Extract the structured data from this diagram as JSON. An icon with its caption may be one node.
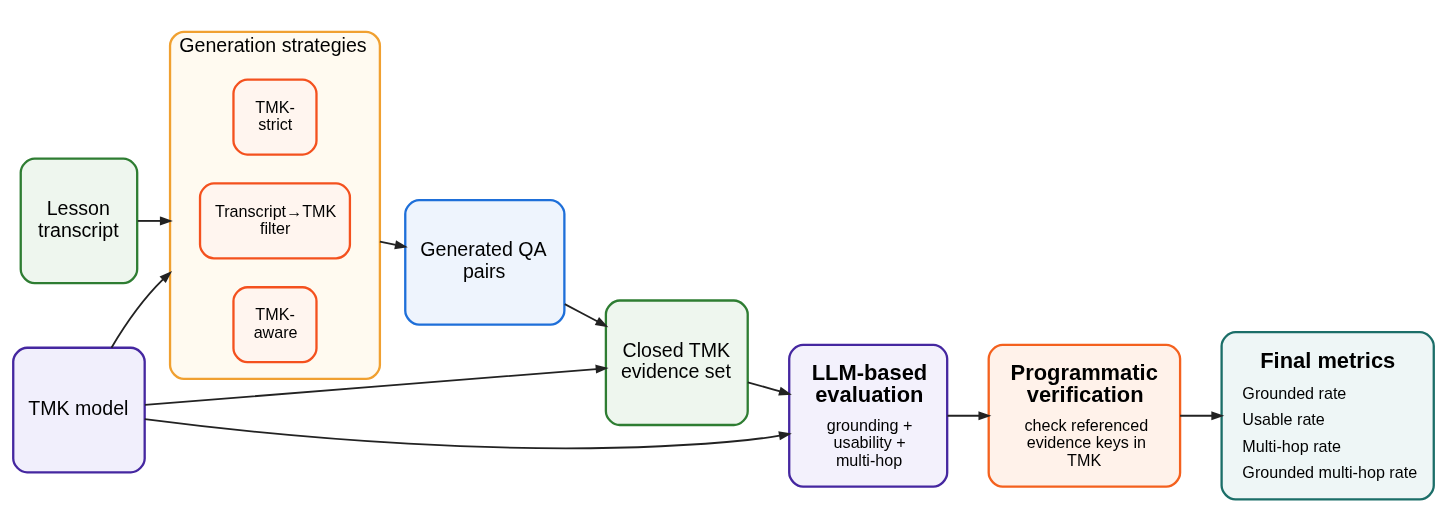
{
  "diagram": {
    "nodes": [
      {
        "text": [
          "Lesson transcript"
        ]
      },
      {
        "text": [
          "TMK model"
        ]
      },
      {
        "text": [
          "Generation strategies"
        ]
      },
      {
        "text": [
          "TMK-strict"
        ],
        "in": 2
      },
      {
        "text": [
          "Transcript→TMK filter"
        ],
        "in": 2
      },
      {
        "text": [
          "TMK-aware"
        ],
        "in": 2
      },
      {
        "text": [
          "Generated QA pairs"
        ]
      },
      {
        "text": [
          "Closed TMK evidence set"
        ]
      },
      {
        "text": [
          "LLM-based evaluation",
          "grounding + usability + multi-hop"
        ]
      },
      {
        "text": [
          "Programmatic verification",
          "check referenced evidence keys in TMK"
        ]
      },
      {
        "text": [
          "Final metrics",
          "Grounded rate",
          "Usable rate",
          "Multi-hop rate",
          "Grounded multi-hop rate"
        ]
      }
    ],
    "edges": [
      {
        "from": 0,
        "to": 2,
        "arrow": "to"
      },
      {
        "from": 1,
        "to": 2,
        "arrow": "to"
      },
      {
        "from": 2,
        "to": 6,
        "arrow": "to"
      },
      {
        "from": 6,
        "to": 7,
        "arrow": "to"
      },
      {
        "from": 1,
        "to": 7,
        "arrow": "to"
      },
      {
        "from": 7,
        "to": 8,
        "arrow": "to"
      },
      {
        "from": 1,
        "to": 8,
        "arrow": "to"
      },
      {
        "from": 8,
        "to": 9,
        "arrow": "to"
      },
      {
        "from": 9,
        "to": 10,
        "arrow": "to"
      }
    ]
  }
}
